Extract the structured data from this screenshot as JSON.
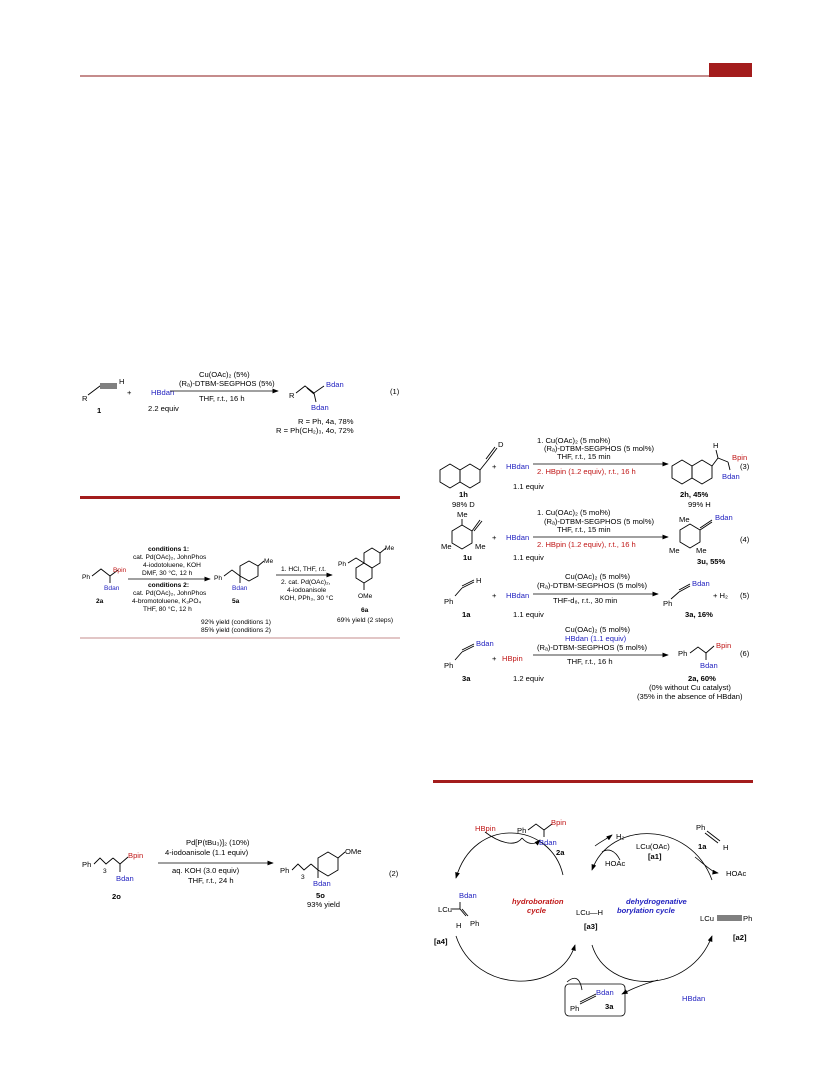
{
  "colors": {
    "header_rule": "#8b1a1a",
    "boron_blue": "#1f1fbf",
    "pin_red": "#c01717",
    "bar": "#a31c1c"
  },
  "eq1": {
    "label_1": "1",
    "hbdan": "HBdan",
    "equiv": "2.2 equiv",
    "cond1": "Cu(OAc)₂ (5%)",
    "cond2": "(Rₐ)-DTBM-SEGPHOS (5%)",
    "cond3": "THF, r.t., 16 h",
    "r": "R",
    "h": "H",
    "bdan1": "Bdan",
    "bdan2": "Bdan",
    "y1": "R = Ph, 4a, 78%",
    "y2": "R = Ph(CH₂)₃, 4o, 72%",
    "num": "(1)"
  },
  "eq_left": {
    "ph": "Ph",
    "bpin": "Bpin",
    "bdan": "Bdan",
    "l2a": "2a",
    "c1_title": "conditions 1:",
    "c1_a": "cat. Pd(OAc)₂, JohnPhos",
    "c1_b": "4-iodotoluene, KOH",
    "c1_c": "DMF, 30 °C, 12 h",
    "c2_title": "conditions 2:",
    "c2_a": "cat. Pd(OAc)₂, JohnPhos",
    "c2_b": "4-bromotoluene, K₃PO₄",
    "c2_c": "THF, 80 °C, 12 h",
    "me": "Me",
    "l5a": "5a",
    "y5a1": "92% yield (conditions 1)",
    "y5a2": "85% yield (conditions 2)",
    "s1": "1. HCl, THF, r.t.",
    "s2a": "2. cat. Pd(OAc)₂,",
    "s2b": "4-iodoanisole",
    "s2c": "KOH, PPh₃, 30 °C",
    "ome": "OMe",
    "l6a": "6a",
    "y6a": "69% yield (2 steps)"
  },
  "eq2": {
    "ph": "Ph",
    "sub3": "3",
    "bpin": "Bpin",
    "bdan": "Bdan",
    "l2o": "2o",
    "c1": "Pd[P(tBu₃)]₂ (10%)",
    "c2": "4-iodoanisole (1.1 equiv)",
    "c3": "aq. KOH (3.0 equiv)",
    "c4": "THF, r.t., 24 h",
    "ome": "OMe",
    "l5o": "5o",
    "y5o": "93% yield",
    "num": "(2)"
  },
  "eq3": {
    "d": "D",
    "l1h": "1h",
    "dpct": "98% D",
    "hbdan": "HBdan",
    "eqv": "1.1 equiv",
    "c1": "1. Cu(OAc)₂ (5 mol%)",
    "c2": "(Rₐ)-DTBM-SEGPHOS (5 mol%)",
    "c3": "THF, r.t., 15 min",
    "c4": "2. HBpin (1.2 equiv), r.t., 16 h",
    "h": "H",
    "bpin": "Bpin",
    "bdan": "Bdan",
    "l2h": "2h, 45%",
    "hpct": "99% H",
    "num": "(3)"
  },
  "eq4": {
    "me": "Me",
    "l1u": "1u",
    "hbdan": "HBdan",
    "eqv": "1.1 equiv",
    "c1": "1. Cu(OAc)₂ (5 mol%)",
    "c2": "(Rₐ)-DTBM-SEGPHOS (5 mol%)",
    "c3": "THF, r.t., 15 min",
    "c4": "2. HBpin (1.2 equiv), r.t., 16 h",
    "bdan": "Bdan",
    "l3u": "3u, 55%",
    "num": "(4)"
  },
  "eq5": {
    "h": "H",
    "ph": "Ph",
    "l1a": "1a",
    "hbdan": "HBdan",
    "eqv": "1.1 equiv",
    "c1": "Cu(OAc)₂ (5 mol%)",
    "c2": "(Rₐ)-DTBM-SEGPHOS (5 mol%)",
    "c3": "THF-d₈, r.t., 30 min",
    "bdan": "Bdan",
    "l3a": "3a, 16%",
    "h2": "+ H₂",
    "num": "(5)"
  },
  "eq6": {
    "bdan": "Bdan",
    "ph": "Ph",
    "l3a": "3a",
    "hbpin": "HBpin",
    "eqv": "1.2 equiv",
    "c1": "Cu(OAc)₂ (5 mol%)",
    "c2": "HBdan (1.1 equiv)",
    "c3": "(Rₐ)-DTBM-SEGPHOS (5 mol%)",
    "c4": "THF, r.t., 16 h",
    "bpin": "Bpin",
    "l2a": "2a, 60%",
    "n1": "(0% without Cu catalyst)",
    "n2": "(35% in the absence of HBdan)",
    "num": "(6)"
  },
  "cycle": {
    "hbpin": "HBpin",
    "ph": "Ph",
    "bpin": "Bpin",
    "bdan": "Bdan",
    "l2a": "2a",
    "h2": "H₂",
    "hoac": "HOAc",
    "lcuoac": "LCu(OAc)",
    "a1": "[a1]",
    "l1a": "1a",
    "h": "H",
    "hoac2": "HOAc",
    "lcu_a2": "LCu",
    "ph_a2": "Ph",
    "a2": "[a2]",
    "lcuh": "LCu—H",
    "a3": "[a3]",
    "hydro1": "hydroboration",
    "hydro2": "cycle",
    "dehy1": "dehydrogenative",
    "dehy2": "borylation cycle",
    "lcu_a4": "LCu",
    "bdan_a4": "Bdan",
    "h_a4": "H",
    "ph_a4": "Ph",
    "a4": "[a4]",
    "hbdan": "HBdan",
    "ph3a": "Ph",
    "bdan3a": "Bdan",
    "l3a": "3a"
  }
}
